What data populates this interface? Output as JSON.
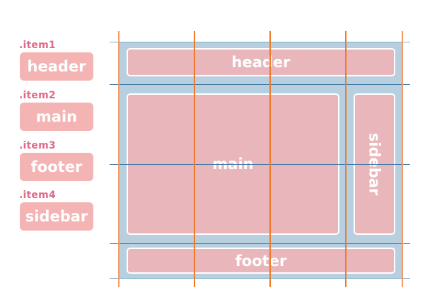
{
  "legend": {
    "items": [
      {
        "selector": ".item1",
        "area": "header"
      },
      {
        "selector": ".item2",
        "area": "main"
      },
      {
        "selector": ".item3",
        "area": "footer"
      },
      {
        "selector": ".item4",
        "area": "sidebar"
      }
    ]
  },
  "grid": {
    "areas": {
      "header": "header",
      "main": "main",
      "sidebar": "sidebar",
      "footer": "footer"
    }
  },
  "colors": {
    "label_text": "#e06a8a",
    "chip_fill": "#f4b4b4",
    "container_fill": "#b8cfe0",
    "item_fill": "#e8b6bb",
    "row_line": "#3e79a3",
    "column_line": "#ee7a2c"
  }
}
